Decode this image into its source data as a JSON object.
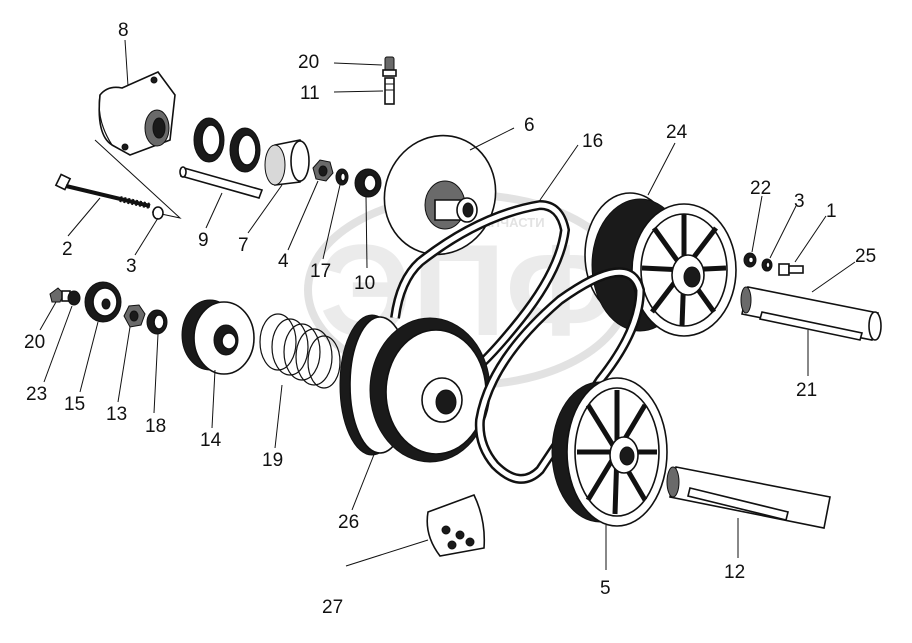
{
  "diagram": {
    "labels": {
      "l1": "1",
      "l2": "2",
      "l3a": "3",
      "l3b": "3",
      "l4": "4",
      "l5": "5",
      "l6": "6",
      "l7": "7",
      "l8": "8",
      "l9": "9",
      "l10": "10",
      "l11": "11",
      "l12": "12",
      "l13": "13",
      "l14": "14",
      "l15": "15",
      "l16": "16",
      "l17": "17",
      "l18": "18",
      "l19": "19",
      "l20a": "20",
      "l20b": "20",
      "l21": "21",
      "l22": "22",
      "l23": "23",
      "l24": "24",
      "l25": "25",
      "l26": "26",
      "l27": "27"
    },
    "watermark": {
      "text": "ЭПФ",
      "subtext": "ТЕХНИКА И ЗАПЧАСТИ"
    },
    "colors": {
      "ink": "#111111",
      "watermark": "#cccccc"
    }
  }
}
